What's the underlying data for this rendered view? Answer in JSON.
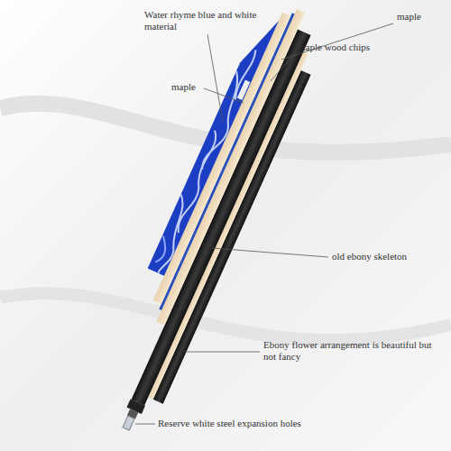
{
  "diagram": {
    "labels": [
      "Water rhyme blue and white material",
      "maple",
      "maple wood chips",
      "maple",
      "old ebony skeleton",
      "Ebony flower arrangement is beautiful but not fancy",
      "Reserve white steel expansion holes"
    ]
  }
}
